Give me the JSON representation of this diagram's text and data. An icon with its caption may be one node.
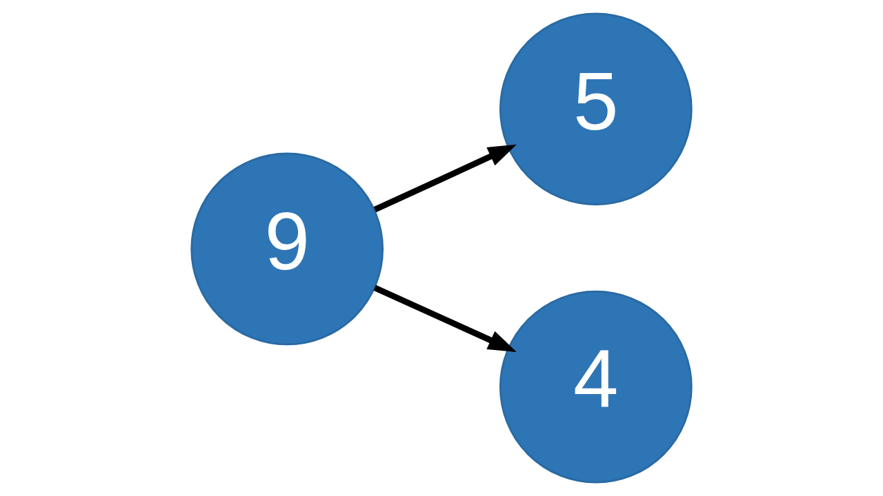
{
  "diagram": {
    "nodes": [
      {
        "text": [
          "9"
        ]
      },
      {
        "text": [
          "5"
        ]
      },
      {
        "text": [
          "4"
        ]
      }
    ],
    "edges": [
      {
        "from": 0,
        "to": 1,
        "arrow": "to"
      },
      {
        "from": 0,
        "to": 2,
        "arrow": "to"
      }
    ]
  }
}
